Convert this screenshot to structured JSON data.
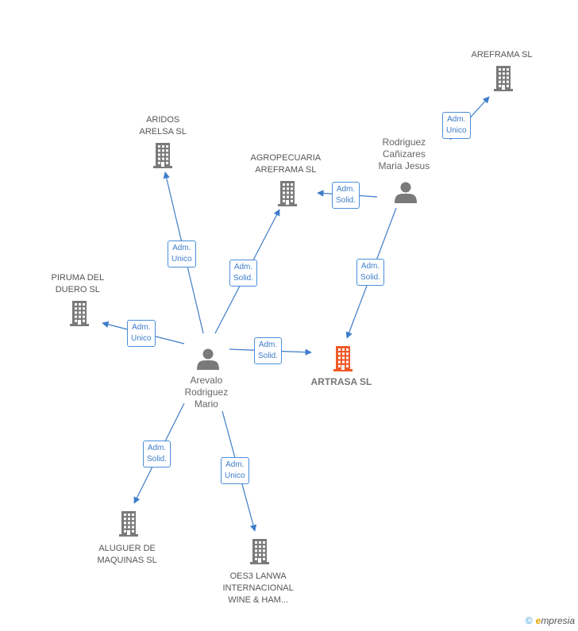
{
  "colors": {
    "edge": "#3d7cc9",
    "company": "#7a7a7a",
    "company_main": "#f05a28",
    "person": "#7a7a7a"
  },
  "nodes": [
    {
      "id": "areframa",
      "type": "company",
      "label": [
        "AREFRAMA SL"
      ]
    },
    {
      "id": "aridos",
      "type": "company",
      "label": [
        "ARIDOS",
        "ARELSA SL"
      ]
    },
    {
      "id": "agropecuaria",
      "type": "company",
      "label": [
        "AGROPECUARIA",
        "AREFRAMA SL"
      ]
    },
    {
      "id": "rodriguez",
      "type": "person",
      "label": [
        "Rodriguez",
        "Cañizares",
        "Maria Jesus"
      ]
    },
    {
      "id": "piruma",
      "type": "company",
      "label": [
        "PIRUMA DEL",
        "DUERO SL"
      ]
    },
    {
      "id": "arevalo",
      "type": "person",
      "label": [
        "Arevalo",
        "Rodriguez",
        "Mario"
      ]
    },
    {
      "id": "artrasa",
      "type": "company_main",
      "label": [
        "ARTRASA SL"
      ]
    },
    {
      "id": "aluguer",
      "type": "company",
      "label": [
        "ALUGUER DE",
        "MAQUINAS SL"
      ]
    },
    {
      "id": "oes3",
      "type": "company",
      "label": [
        "OES3 LANWA",
        "INTERNACIONAL",
        "WINE & HAM..."
      ]
    }
  ],
  "edges": [
    {
      "from": "rodriguez",
      "to": "areframa",
      "label": [
        "Adm.",
        "Unico"
      ]
    },
    {
      "from": "rodriguez",
      "to": "agropecuaria",
      "label": [
        "Adm.",
        "Solid."
      ]
    },
    {
      "from": "rodriguez",
      "to": "artrasa",
      "label": [
        "Adm.",
        "Solid."
      ]
    },
    {
      "from": "arevalo",
      "to": "aridos",
      "label": [
        "Adm.",
        "Unico"
      ]
    },
    {
      "from": "arevalo",
      "to": "agropecuaria",
      "label": [
        "Adm.",
        "Solid."
      ]
    },
    {
      "from": "arevalo",
      "to": "piruma",
      "label": [
        "Adm.",
        "Unico"
      ]
    },
    {
      "from": "arevalo",
      "to": "artrasa",
      "label": [
        "Adm.",
        "Solid."
      ]
    },
    {
      "from": "arevalo",
      "to": "aluguer",
      "label": [
        "Adm.",
        "Solid."
      ]
    },
    {
      "from": "arevalo",
      "to": "oes3",
      "label": [
        "Adm.",
        "Unico"
      ]
    }
  ],
  "brand": {
    "copyright": "©",
    "initial": "e",
    "rest": "mpresia"
  }
}
